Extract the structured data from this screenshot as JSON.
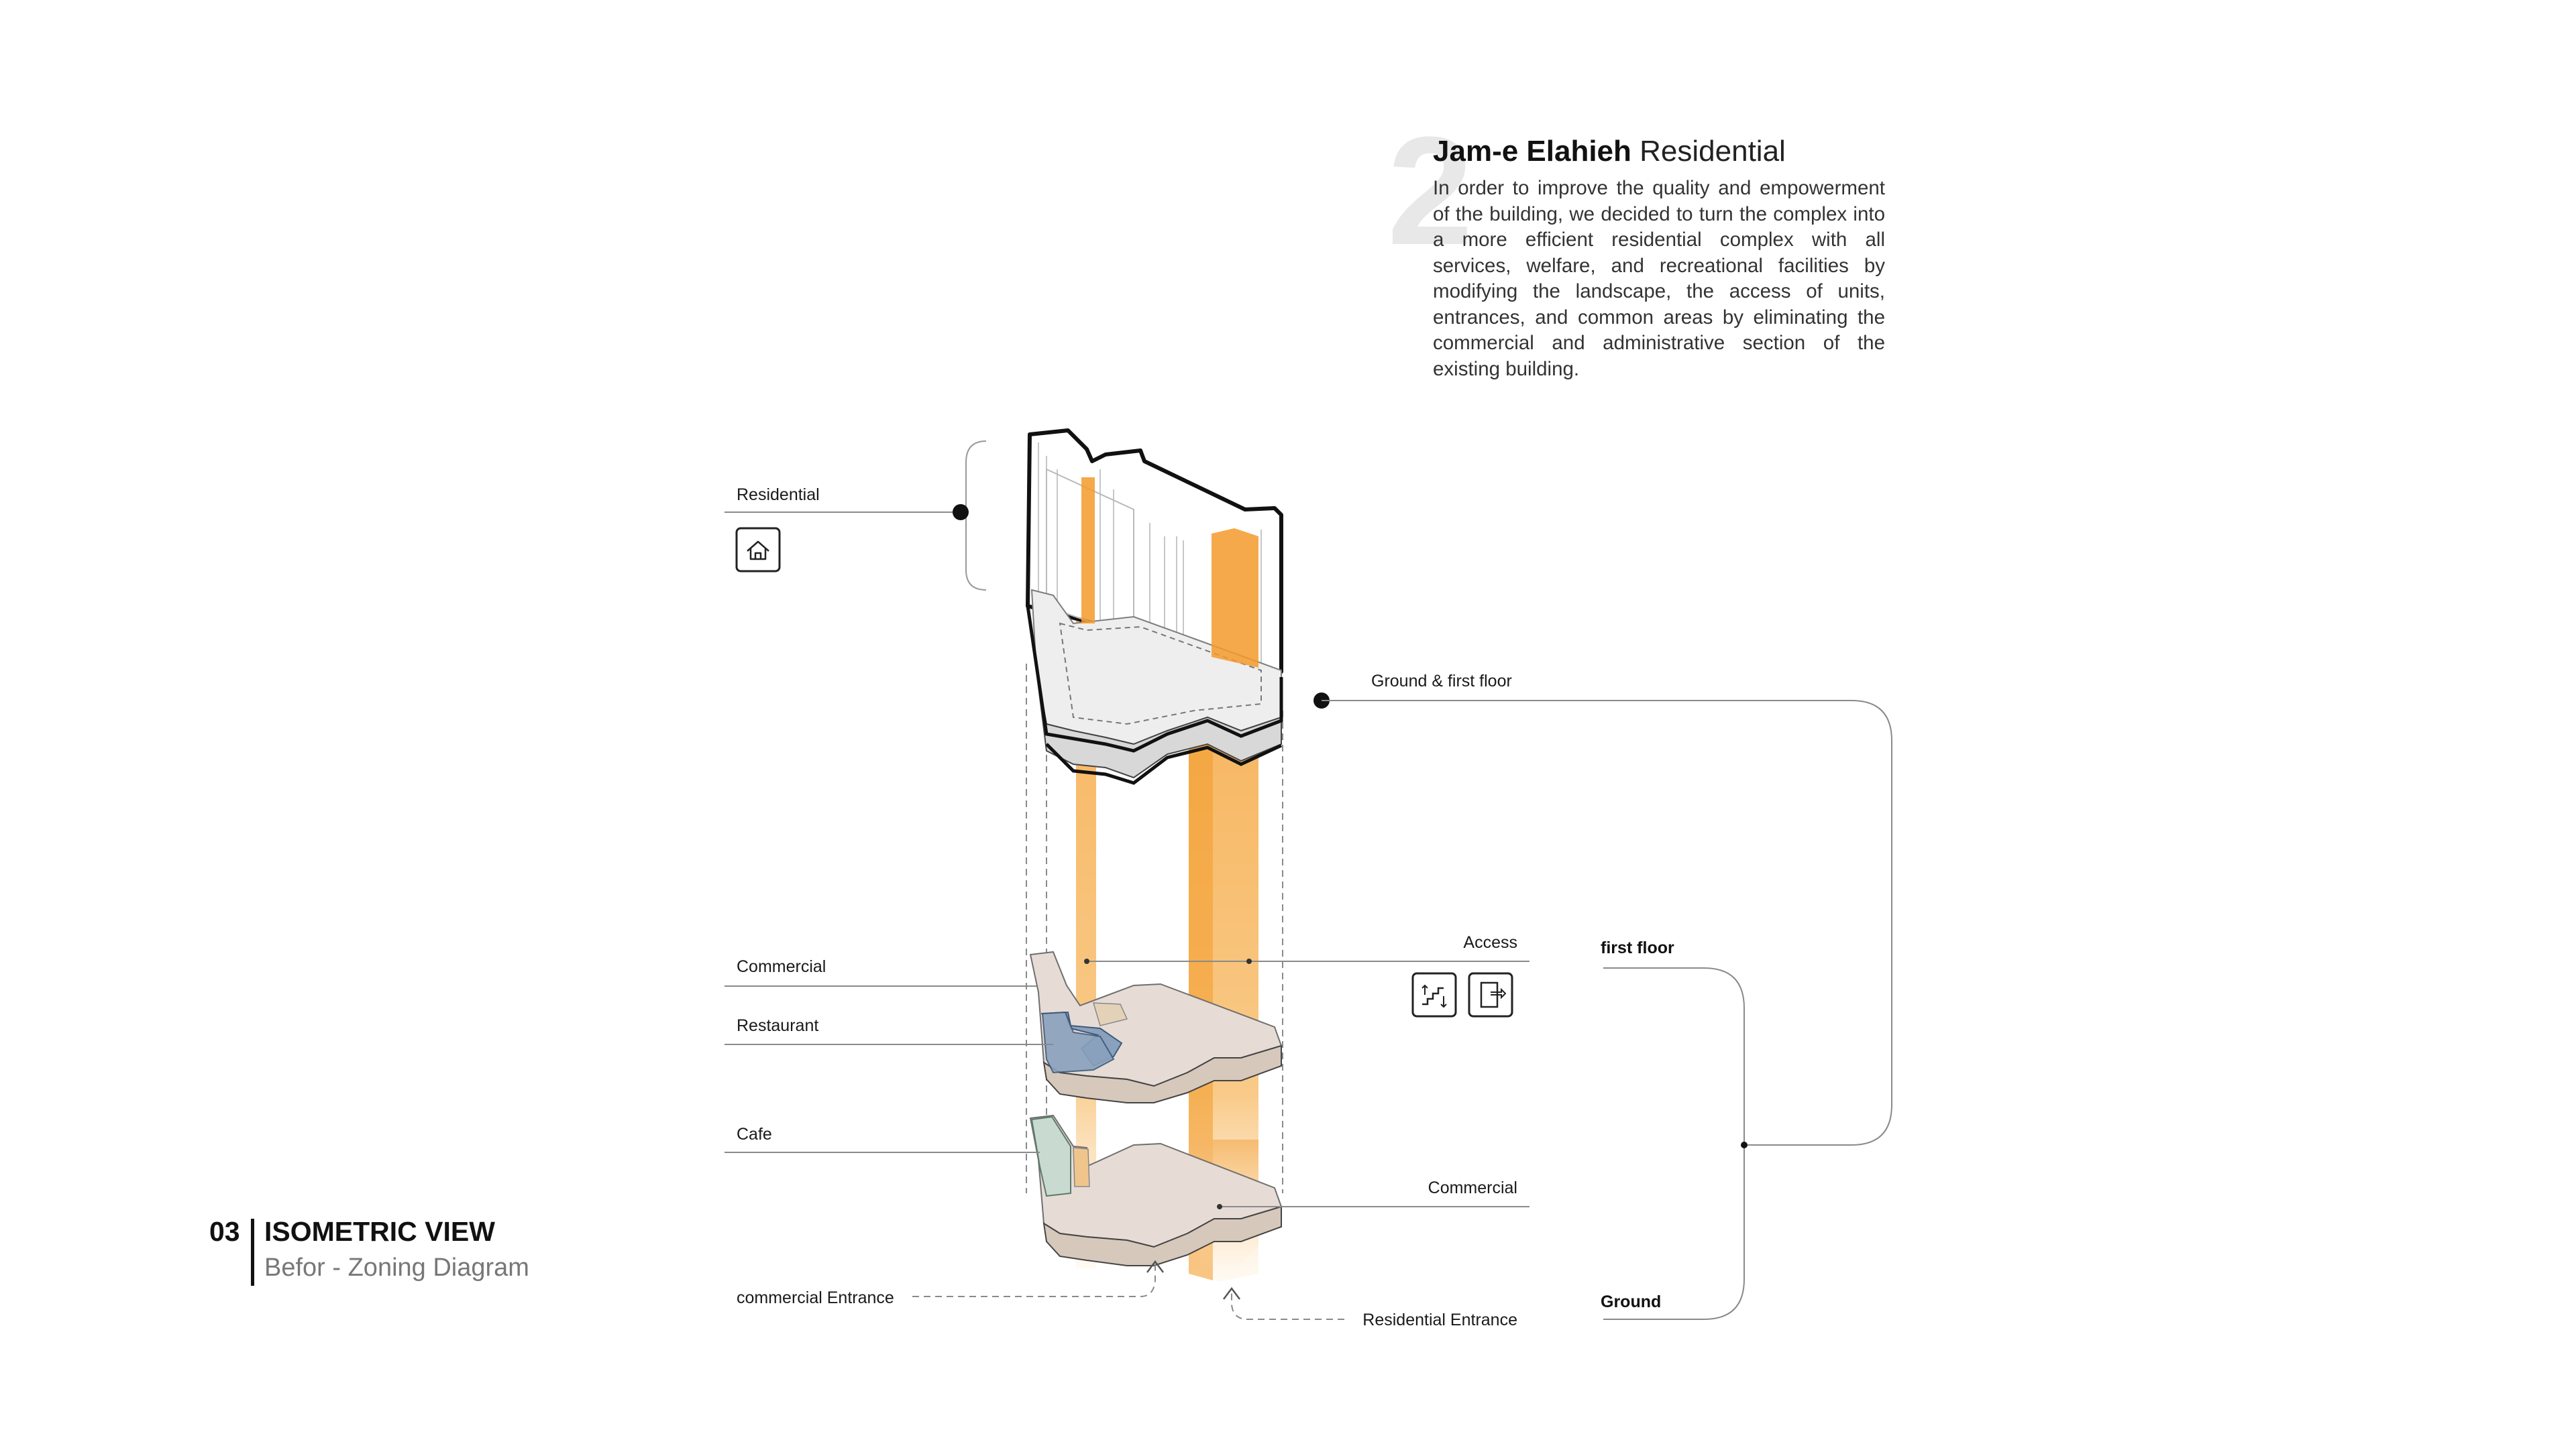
{
  "header": {
    "number_glyph": "2",
    "title_bold": "Jam-e Elahieh",
    "title_rest": " Residential",
    "description": "In order to improve the quality and empowerment of the  building, we decided to turn the complex into a more efficient residential complex with all services, welfare, and recreational facilities by modifying the landscape, the access of units, entrances, and common areas by eliminating the commercial and administrative section of the existing building."
  },
  "section": {
    "number": "03",
    "title": "ISOMETRIC VIEW",
    "subtitle": "Befor - Zoning Diagram"
  },
  "labels": {
    "residential": "Residential",
    "ground_first_floor": "Ground & first floor",
    "access": "Access",
    "commercial_upper": "Commercial",
    "restaurant": "Restaurant",
    "cafe": "Cafe",
    "commercial_lower": "Commercial",
    "commercial_entrance": "commercial Entrance",
    "residential_entrance": "Residential Entrance",
    "first_floor": "first floor",
    "ground": "Ground"
  },
  "icons": {
    "residential": "home-icon",
    "access_stairs": "stairs-icon",
    "access_elevator": "elevator-icon"
  },
  "colors": {
    "access_orange": "#f5a742",
    "restaurant_blue": "#8aa1bd",
    "cafe_green": "#c9dbd0",
    "slab_beige": "#e8ddd4",
    "slab_side": "#d6c6b8"
  }
}
